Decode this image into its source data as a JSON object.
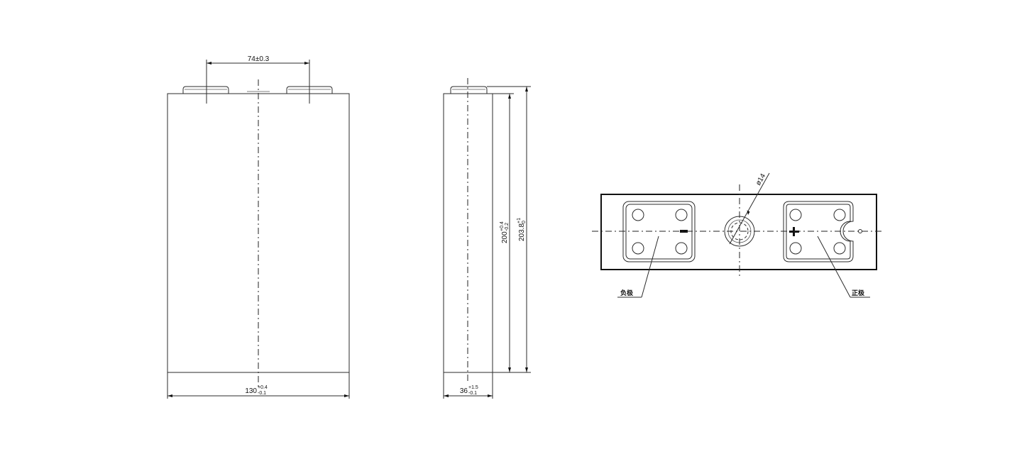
{
  "front_view": {
    "terminal_spacing": "74±0.3",
    "width_main": "130",
    "width_tol_upper": "+0.4",
    "width_tol_lower": "-0.1"
  },
  "side_view": {
    "body_height_main": "200",
    "body_height_tol_upper": "+0.4",
    "body_height_tol_lower": "-0.2",
    "total_height_main": "203.8",
    "total_height_tol_upper": "+1",
    "total_height_tol_lower": "0",
    "thickness_main": "36",
    "thickness_tol_upper": "+1.5",
    "thickness_tol_lower": "-0.1"
  },
  "top_view": {
    "vent_diameter": "ø14",
    "negative_label": "负极",
    "positive_label": "正极"
  }
}
